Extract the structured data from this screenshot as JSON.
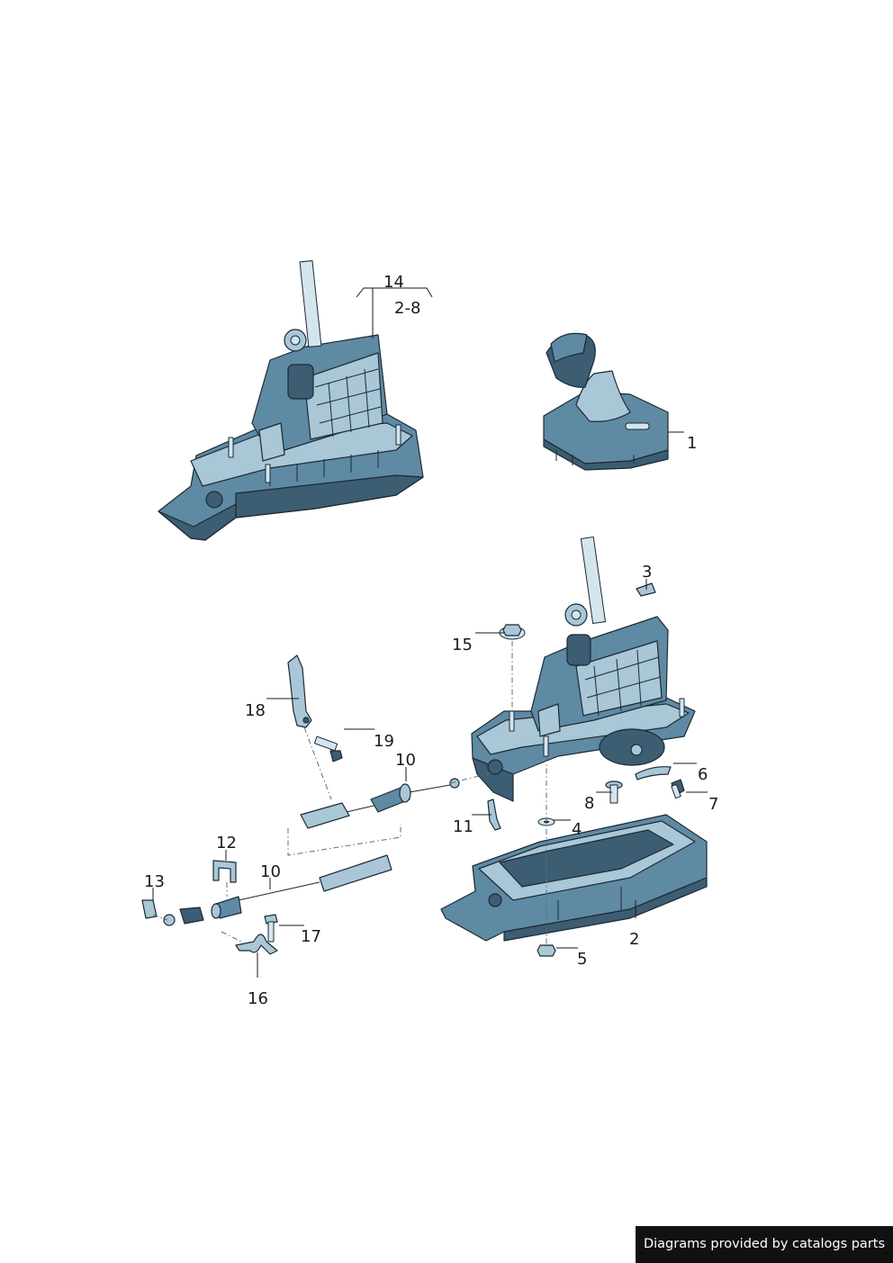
{
  "callouts": {
    "c1": "1",
    "c2": "2",
    "c3": "3",
    "c4": "4",
    "c5": "5",
    "c6": "6",
    "c7": "7",
    "c8": "8",
    "c10a": "10",
    "c10b": "10",
    "c11": "11",
    "c12": "12",
    "c13": "13",
    "c14": "14",
    "c14_range": "2-8",
    "c15": "15",
    "c16": "16",
    "c17": "17",
    "c18": "18",
    "c19": "19"
  },
  "footer": {
    "credit": "Diagrams provided by catalogs parts"
  },
  "colors": {
    "part_fill": "#5f8aa3",
    "part_dark": "#3c5d72",
    "part_light": "#a9c7d6",
    "outline": "#1c2a34",
    "banner": "#111111"
  }
}
